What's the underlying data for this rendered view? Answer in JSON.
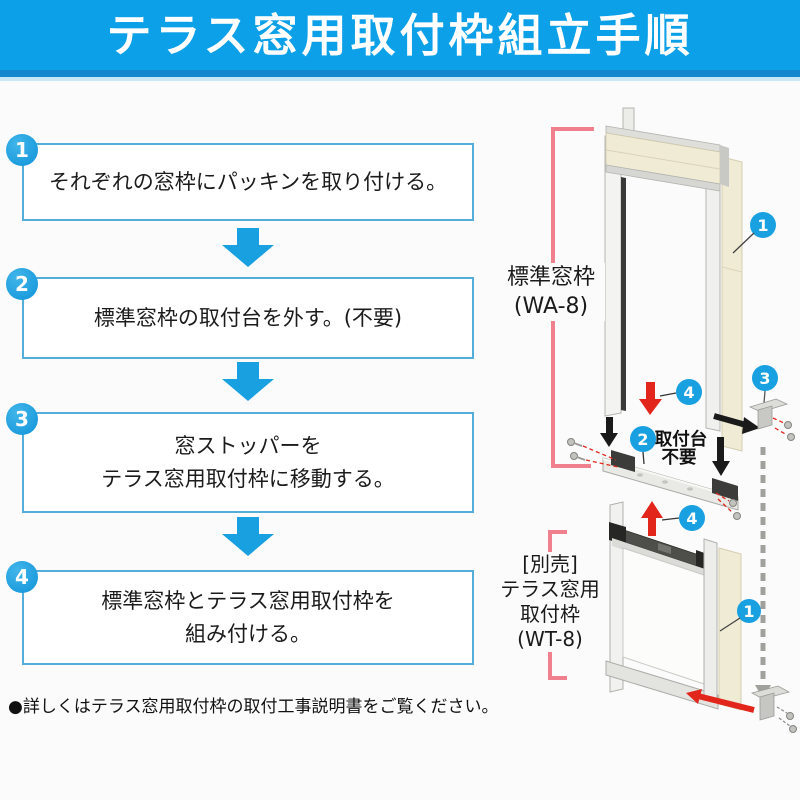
{
  "header": {
    "title": "テラス窓用取付枠組立手順"
  },
  "steps": [
    {
      "num": "1",
      "lines": [
        "それぞれの窓枠にパッキンを取り付ける。"
      ]
    },
    {
      "num": "2",
      "lines": [
        "標準窓枠の取付台を外す。(不要)"
      ]
    },
    {
      "num": "3",
      "lines": [
        "窓ストッパーを",
        "テラス窓用取付枠に移動する。"
      ]
    },
    {
      "num": "4",
      "lines": [
        "標準窓枠とテラス窓用取付枠を",
        "組み付ける。"
      ]
    }
  ],
  "note": "●詳しくはテラス窓用取付枠の取付工事説明書をご覧ください。",
  "diagram": {
    "standard_frame_label": {
      "line1": "標準窓枠",
      "line2": "(WA-8)"
    },
    "terrace_frame_label": {
      "line1": "[別売]",
      "line2": "テラス窓用",
      "line3": "取付枠",
      "line4": "(WT-8)"
    },
    "base_note": {
      "line1": "取付台",
      "line2": "不要"
    },
    "callouts": {
      "packing_top": "1",
      "remove_base_arrow": "4",
      "base_plate": "2",
      "window_stopper": "3",
      "attach_arrow": "4",
      "packing_bottom": "1"
    },
    "colors": {
      "accent": "#18A0E0",
      "bracket_pink": "#F0808E",
      "arrow_red": "#E3261B",
      "packing_cream": "#F0EBD5"
    }
  }
}
